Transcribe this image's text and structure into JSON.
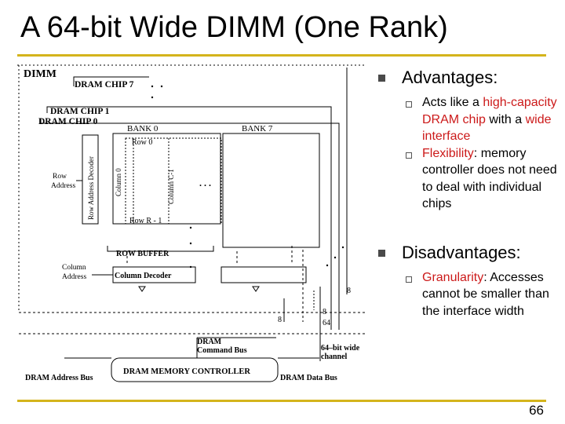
{
  "slide": {
    "title": "A 64-bit Wide DIMM (One Rank)",
    "page_number": "66",
    "accent_color": "#d4b41c",
    "highlight_color": "#cc1a1a"
  },
  "diagram": {
    "dimm": "DIMM",
    "chip7": "DRAM CHIP 7",
    "chip1": "DRAM CHIP 1",
    "chip0": "DRAM CHIP 0",
    "bank0": "BANK 0",
    "bank7": "BANK 7",
    "row0": "Row 0",
    "rowr": "Row R - 1",
    "col0": "Column 0",
    "colc": "Column C-1",
    "row_addr_decoder": "Row Address Decoder",
    "row_label": "Row",
    "address_label": "Address",
    "ellipsis": ". . .",
    "row_buffer": "ROW BUFFER",
    "column_label": "Column",
    "column_decoder": "Column Decoder",
    "w8a": "8",
    "w8b": "8",
    "w8c": "8",
    "w64": "64",
    "cmd_line1": "DRAM",
    "cmd_line2": "Command Bus",
    "chan_line1": "64–bit wide",
    "chan_line2": "channel",
    "controller": "DRAM MEMORY CONTROLLER",
    "addr_bus": "DRAM Address Bus",
    "data_bus": "DRAM Data Bus"
  },
  "bullets": {
    "advantages": {
      "heading": "Advantages:",
      "item1": {
        "pre": "Acts like a ",
        "highlight1": "high-capacity DRAM chip",
        "mid": " with a ",
        "highlight2": "wide interface",
        "post": ""
      },
      "item2": {
        "highlight": "Flexibility",
        "post": ": memory controller does not need to deal with individual chips"
      }
    },
    "disadvantages": {
      "heading": "Disadvantages:",
      "item1": {
        "highlight": "Granularity",
        "post": ": Accesses cannot be smaller than the interface width"
      }
    }
  }
}
